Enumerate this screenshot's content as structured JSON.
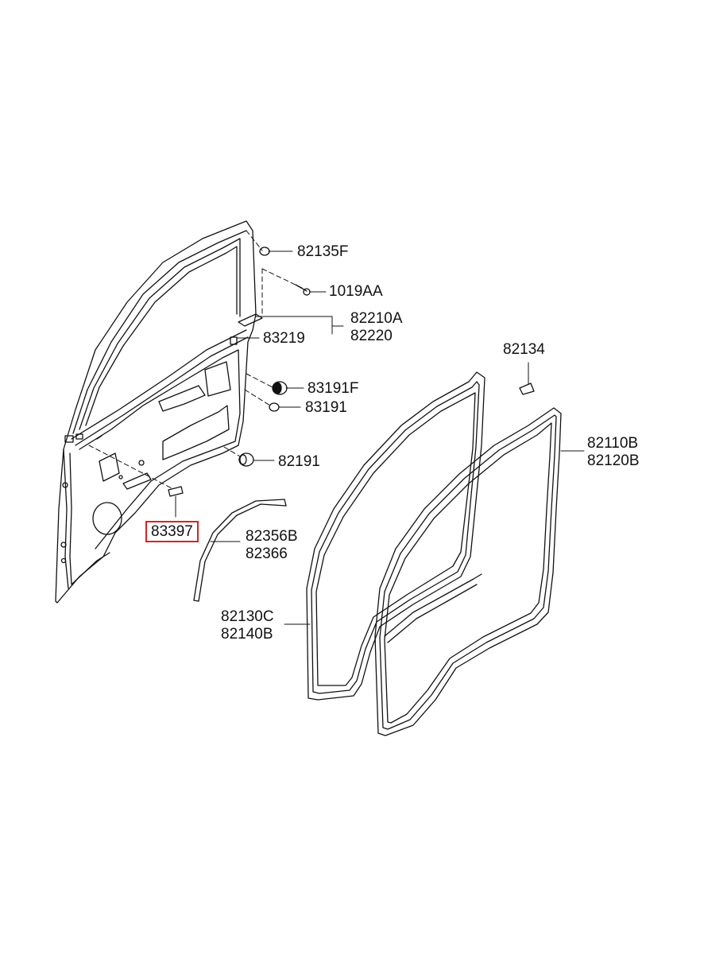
{
  "parts": {
    "p82135F": "82135F",
    "p1019AA": "1019AA",
    "p82210A": "82210A",
    "p82220": "82220",
    "p83219": "83219",
    "p83191F": "83191F",
    "p83191": "83191",
    "p82191": "82191",
    "p83397": "83397",
    "p82356B": "82356B",
    "p82366": "82366",
    "p82134": "82134",
    "p82110B": "82110B",
    "p82120B": "82120B",
    "p82130C": "82130C",
    "p82140B": "82140B"
  },
  "highlight": {
    "part": "83397",
    "color": "#e02020"
  }
}
